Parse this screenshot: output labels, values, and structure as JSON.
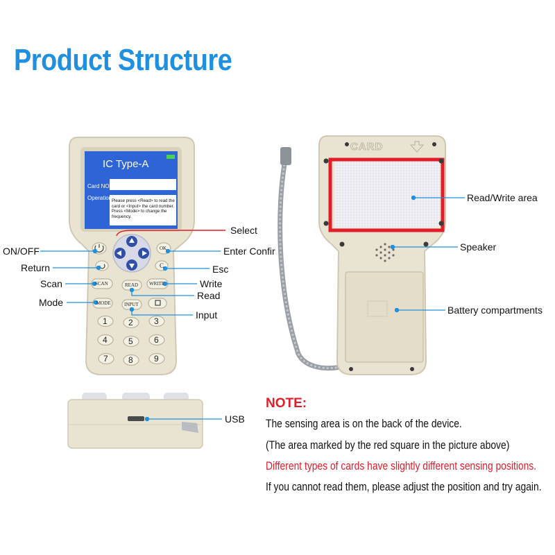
{
  "title": "Product Structure",
  "screen": {
    "header": "IC  Type-A",
    "card_no_label": "Card NO.",
    "operation_label": "Operation",
    "instructions": "Please press <Read> to read the card or <Input> the card number. Press <Mode> to change the frequency."
  },
  "keys": {
    "ok": "OK",
    "c": "C",
    "scan": "SCAN",
    "read": "READ",
    "write": "WRITE",
    "mode": "MODE",
    "input": "INPUT",
    "digits": [
      "1",
      "2",
      "3",
      "4",
      "5",
      "6",
      "7",
      "8",
      "9"
    ]
  },
  "back_label": "CARD",
  "callouts": {
    "select": "Select",
    "on_off": "ON/OFF",
    "enter": "Enter  Confir",
    "return": "Return",
    "esc": "Esc",
    "scan": "Scan",
    "write": "Write",
    "read": "Read",
    "mode": "Mode",
    "input": "Input",
    "rw_area": "Read/Write area",
    "speaker": "Speaker",
    "battery": "Battery compartments",
    "usb": "USB"
  },
  "note": {
    "heading": "NOTE:",
    "line1": "The sensing area is on the back of the device.",
    "line2": "(The area marked by the red square in the picture above)",
    "line3": "Different types of cards have slightly different sensing positions.",
    "line4": "If you cannot read them, please adjust the position and try again."
  },
  "colors": {
    "title": "#1f8fe0",
    "device": "#e9e4d2",
    "screen": "#2f64d6",
    "callout_line": "#1f8fe0",
    "highlight": "#e21d2a"
  }
}
